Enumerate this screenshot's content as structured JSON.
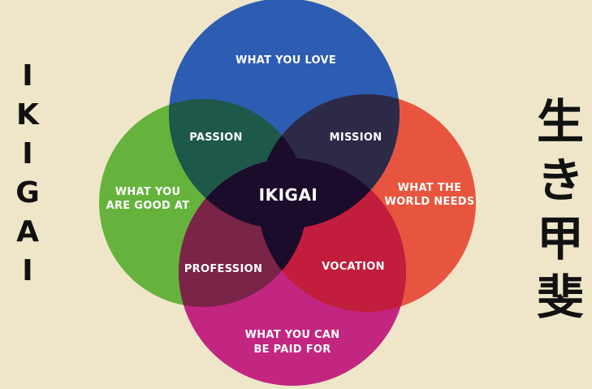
{
  "circles": {
    "love": {
      "label": "WHAT YOU LOVE",
      "color": "#2c5db3"
    },
    "good": {
      "label_line1": "WHAT YOU",
      "label_line2": "ARE GOOD AT",
      "color": "#65b33c"
    },
    "world": {
      "label_line1": "WHAT THE",
      "label_line2": "WORLD NEEDS",
      "color": "#e8553e"
    },
    "paid": {
      "label_line1": "WHAT YOU CAN",
      "label_line2": "BE PAID FOR",
      "color": "#c22680"
    }
  },
  "intersections": {
    "passion": "PASSION",
    "mission": "MISSION",
    "profession": "PROFESSION",
    "vocation": "VOCATION",
    "center": "IKIGAI"
  },
  "left_title": "IKIGAI",
  "right_title": "生き甲斐",
  "overlap_colors": {
    "passion": "#1e5848",
    "mission": "#2d2a48",
    "profession": "#7a2447",
    "vocation": "#c21d3c",
    "center": "#1a0c2a"
  }
}
